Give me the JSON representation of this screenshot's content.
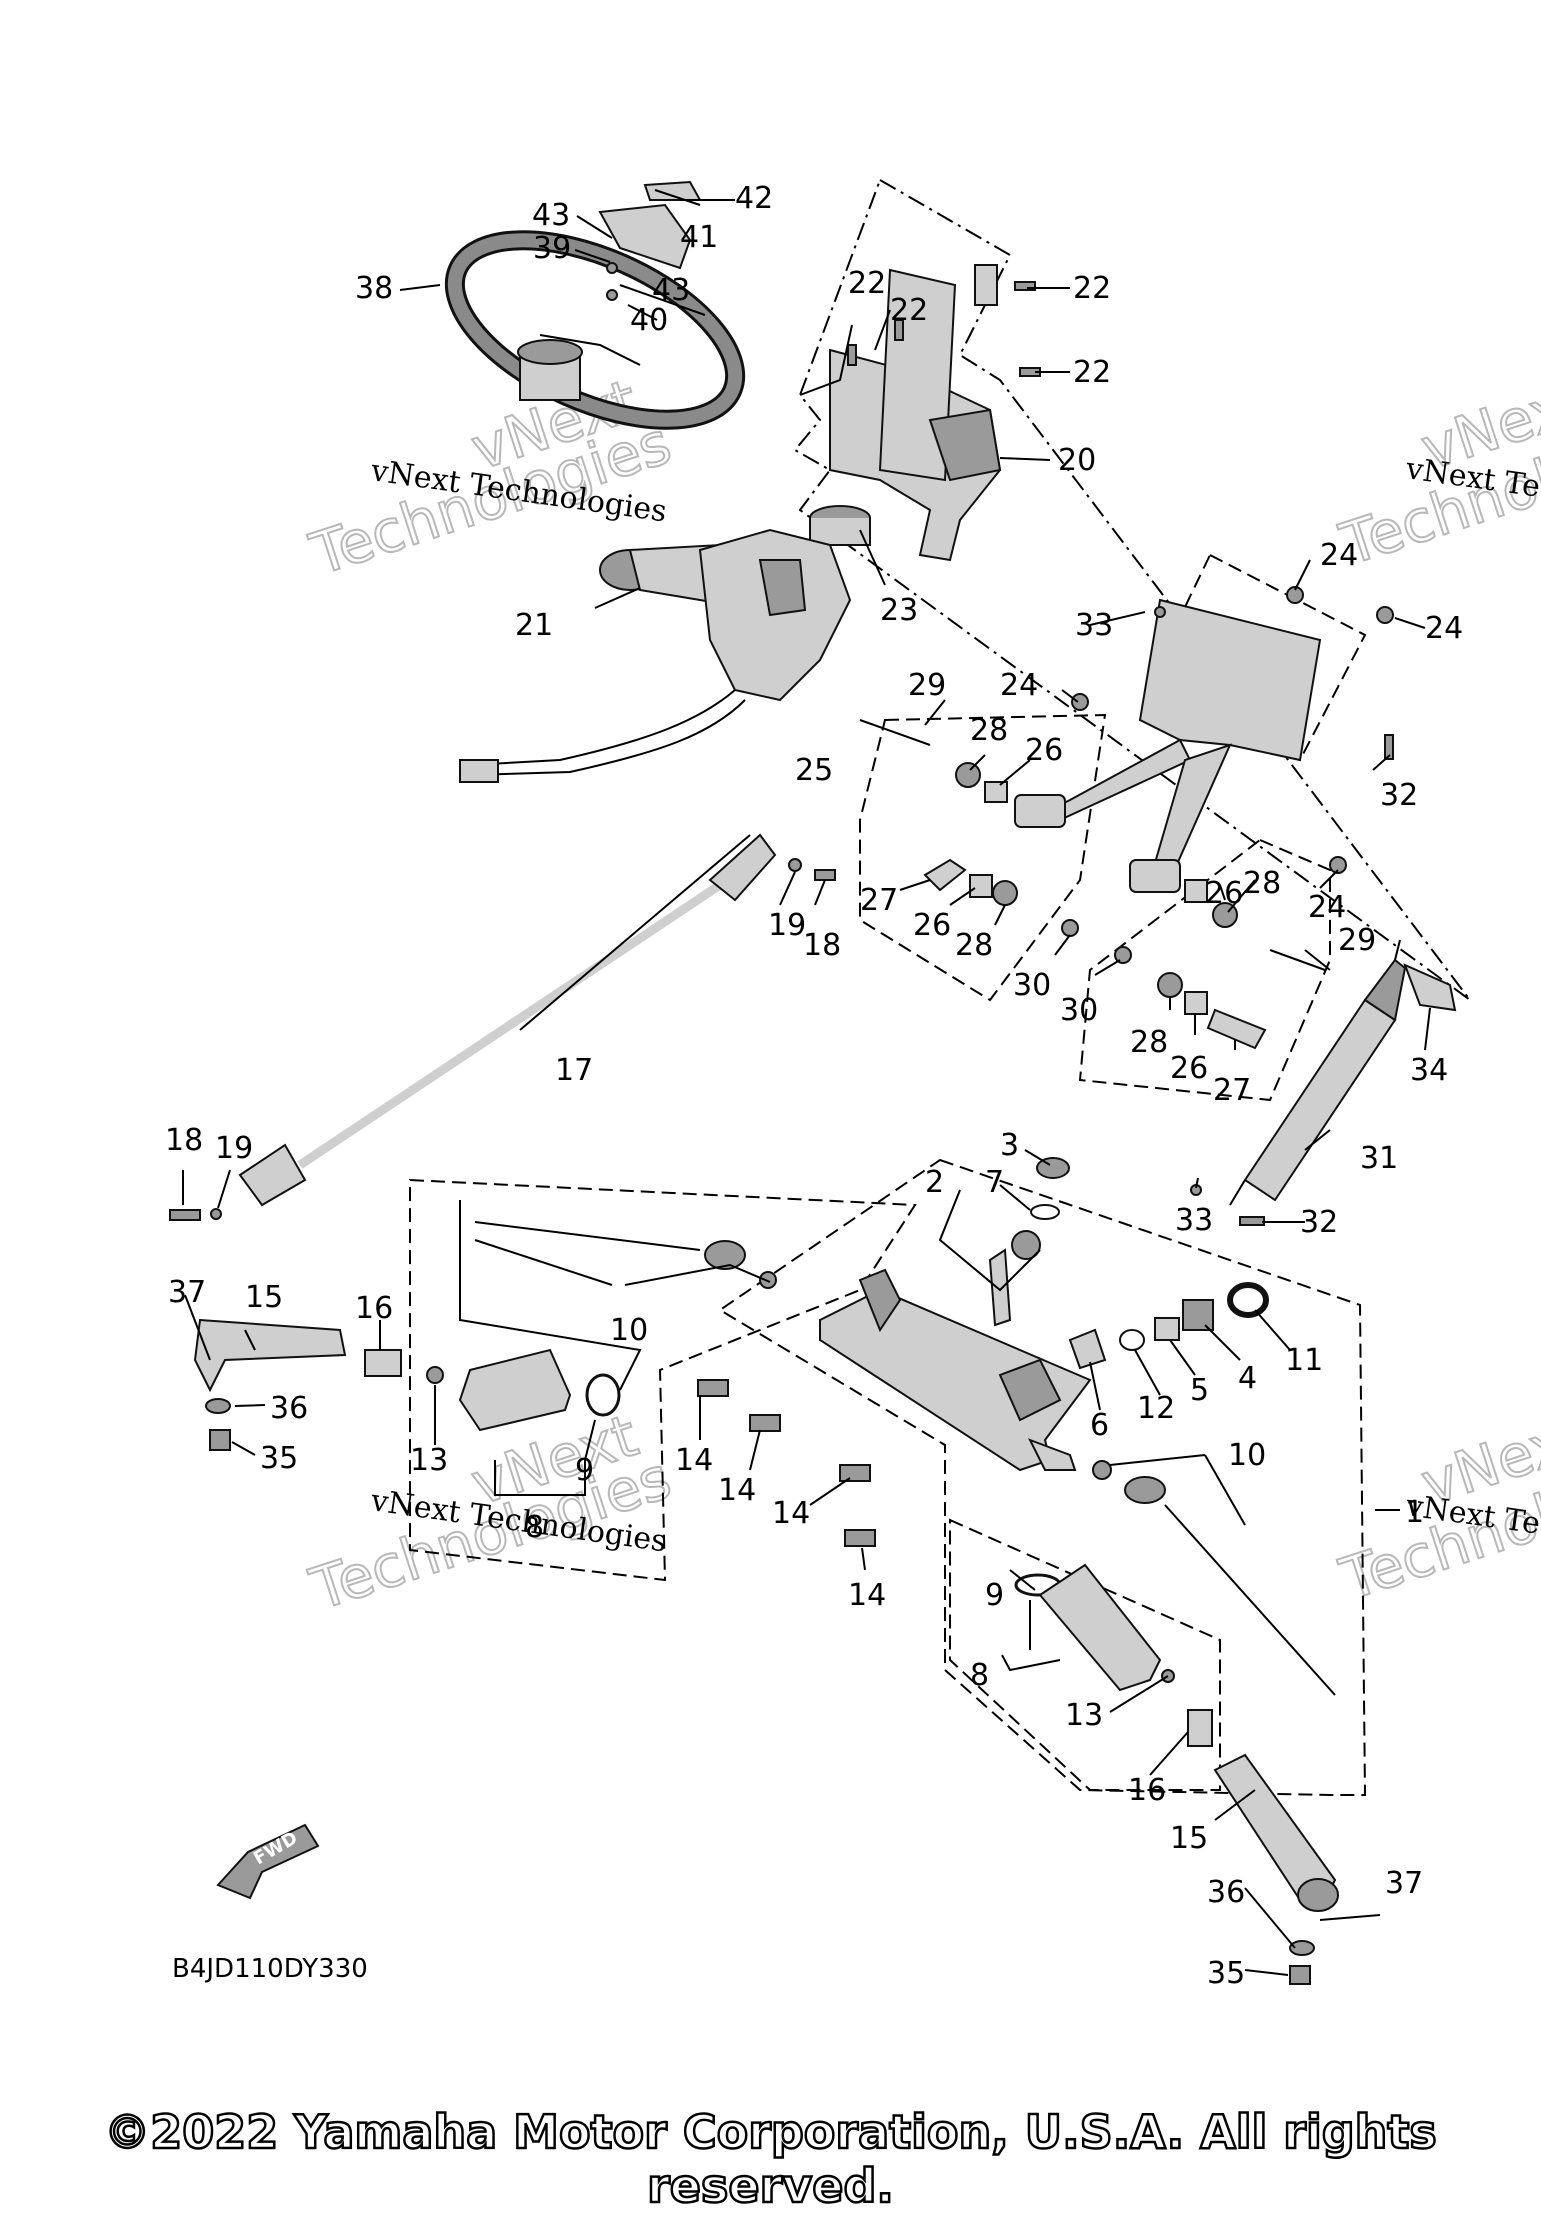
{
  "diagram": {
    "diagram_code": "B4JD110DY330",
    "direction_label": "FWD",
    "watermark_text": "vNext Technologies",
    "watermark_big_1": "vNext",
    "watermark_big_2": "Technologies",
    "copyright": "©2022 Yamaha Motor Corporation, U.S.A. All rights reserved.",
    "callouts": [
      "1",
      "2",
      "3",
      "4",
      "5",
      "6",
      "7",
      "8",
      "9",
      "10",
      "11",
      "12",
      "13",
      "14",
      "15",
      "16",
      "17",
      "18",
      "19",
      "20",
      "21",
      "22",
      "23",
      "24",
      "25",
      "26",
      "27",
      "28",
      "29",
      "30",
      "31",
      "32",
      "33",
      "34",
      "35",
      "36",
      "37",
      "38",
      "39",
      "40",
      "41",
      "42",
      "43"
    ]
  }
}
